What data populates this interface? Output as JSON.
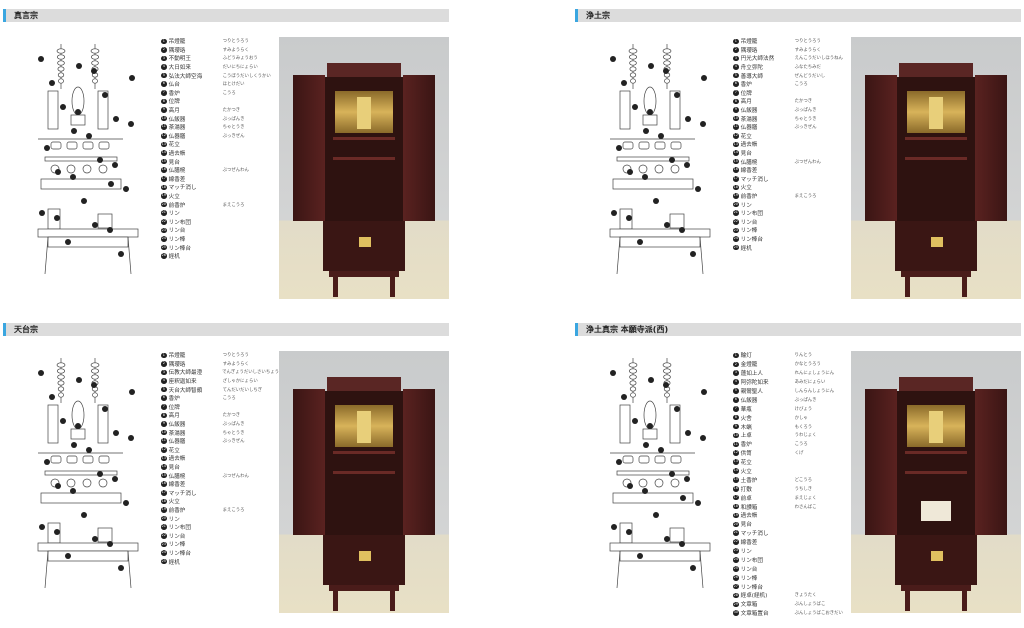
{
  "colors": {
    "accent": "#3aa6e0",
    "header_bg": "#dcdcdc",
    "cabinet": "#4a1c1a",
    "gold": "#c9a24a"
  },
  "sections": [
    {
      "title": "真言宗",
      "items": [
        [
          "吊燈籠",
          "つりとうろう"
        ],
        [
          "隅瓔珞",
          "すみようらく"
        ],
        [
          "不動明王",
          "ふどうみょうおう"
        ],
        [
          "大日如来",
          "だいにちにょらい"
        ],
        [
          "弘法大師空海",
          "こうぼうだいしくうかい"
        ],
        [
          "仏台",
          "ほとけだい"
        ],
        [
          "香炉",
          "こうろ"
        ],
        [
          "位牌",
          ""
        ],
        [
          "高月",
          "たかつき"
        ],
        [
          "仏飯器",
          "ぶっぱんき"
        ],
        [
          "茶湯器",
          "ちゃとうき"
        ],
        [
          "仏器膳",
          "ぶっきぜん"
        ],
        [
          "花立",
          ""
        ],
        [
          "過去帳",
          ""
        ],
        [
          "見台",
          ""
        ],
        [
          "仏膳椀",
          "ぶつぜんわん"
        ],
        [
          "線香差",
          ""
        ],
        [
          "マッチ消し",
          ""
        ],
        [
          "火立",
          ""
        ],
        [
          "前香炉",
          "まえこうろ"
        ],
        [
          "リン",
          ""
        ],
        [
          "リン布団",
          ""
        ],
        [
          "リン台",
          ""
        ],
        [
          "リン棒",
          ""
        ],
        [
          "リン棒台",
          ""
        ],
        [
          "経机",
          ""
        ]
      ]
    },
    {
      "title": "浄土宗",
      "items": [
        [
          "吊燈籠",
          "つりとうろう"
        ],
        [
          "隅瓔珞",
          "すみようらく"
        ],
        [
          "円光大師法然",
          "えんこうだいしほうねん"
        ],
        [
          "舟立弥陀",
          "ふなたちみだ"
        ],
        [
          "善導大師",
          "ぜんどうだいし"
        ],
        [
          "香炉",
          "こうろ"
        ],
        [
          "位牌",
          ""
        ],
        [
          "高月",
          "たかつき"
        ],
        [
          "仏飯器",
          "ぶっぱんき"
        ],
        [
          "茶湯器",
          "ちゃとうき"
        ],
        [
          "仏器膳",
          "ぶっきぜん"
        ],
        [
          "花立",
          ""
        ],
        [
          "過去帳",
          ""
        ],
        [
          "見台",
          ""
        ],
        [
          "仏膳椀",
          "ぶつぜんわん"
        ],
        [
          "線香差",
          ""
        ],
        [
          "マッチ消し",
          ""
        ],
        [
          "火立",
          ""
        ],
        [
          "前香炉",
          "まえこうろ"
        ],
        [
          "リン",
          ""
        ],
        [
          "リン布団",
          ""
        ],
        [
          "リン台",
          ""
        ],
        [
          "リン棒",
          ""
        ],
        [
          "リン棒台",
          ""
        ],
        [
          "経机",
          ""
        ]
      ]
    },
    {
      "title": "天台宗",
      "items": [
        [
          "吊燈籠",
          "つりとうろう"
        ],
        [
          "隅瓔珞",
          "すみようらく"
        ],
        [
          "伝教大師最澄",
          "でんぎょうだいしさいちょう"
        ],
        [
          "座釈迦如来",
          "ざしゃかにょらい"
        ],
        [
          "天台大師智顗",
          "てんだいだいしちぎ"
        ],
        [
          "香炉",
          "こうろ"
        ],
        [
          "位牌",
          ""
        ],
        [
          "高月",
          "たかつき"
        ],
        [
          "仏飯器",
          "ぶっぱんき"
        ],
        [
          "茶湯器",
          "ちゃとうき"
        ],
        [
          "仏器膳",
          "ぶっきぜん"
        ],
        [
          "花立",
          ""
        ],
        [
          "過去帳",
          ""
        ],
        [
          "見台",
          ""
        ],
        [
          "仏膳椀",
          "ぶつぜんわん"
        ],
        [
          "線香差",
          ""
        ],
        [
          "マッチ消し",
          ""
        ],
        [
          "火立",
          ""
        ],
        [
          "前香炉",
          "まえこうろ"
        ],
        [
          "リン",
          ""
        ],
        [
          "リン布団",
          ""
        ],
        [
          "リン台",
          ""
        ],
        [
          "リン棒",
          ""
        ],
        [
          "リン棒台",
          ""
        ],
        [
          "経机",
          ""
        ]
      ]
    },
    {
      "title": "浄土真宗 本願寺派(西)",
      "items": [
        [
          "輪灯",
          "りんとう"
        ],
        [
          "金燈籠",
          "かなとうろう"
        ],
        [
          "蓮如上人",
          "れんにょしょうにん"
        ],
        [
          "阿弥陀如来",
          "あみだにょらい"
        ],
        [
          "親鸞聖人",
          "しんらんしょうにん"
        ],
        [
          "仏飯器",
          "ぶっぱんき"
        ],
        [
          "華瓶",
          "けびょう"
        ],
        [
          "火舎",
          "かしゃ"
        ],
        [
          "木蝋",
          "もくろう"
        ],
        [
          "上卓",
          "うわじょく"
        ],
        [
          "香炉",
          "こうろ"
        ],
        [
          "供笥",
          "くげ"
        ],
        [
          "花立",
          ""
        ],
        [
          "火立",
          ""
        ],
        [
          "土香炉",
          "どこうろ"
        ],
        [
          "打敷",
          "うちしき"
        ],
        [
          "前卓",
          "まえじょく"
        ],
        [
          "和讃箱",
          "わさんばこ"
        ],
        [
          "過去帳",
          ""
        ],
        [
          "見台",
          ""
        ],
        [
          "マッチ消し",
          ""
        ],
        [
          "線香差",
          ""
        ],
        [
          "リン",
          ""
        ],
        [
          "リン布団",
          ""
        ],
        [
          "リン台",
          ""
        ],
        [
          "リン棒",
          ""
        ],
        [
          "リン棒台",
          ""
        ],
        [
          "経卓(経机)",
          "きょうたく"
        ],
        [
          "文章箱",
          "ぶんしょうばこ"
        ],
        [
          "文章箱置台",
          "ぶんしょうばこおきだい"
        ]
      ]
    }
  ]
}
